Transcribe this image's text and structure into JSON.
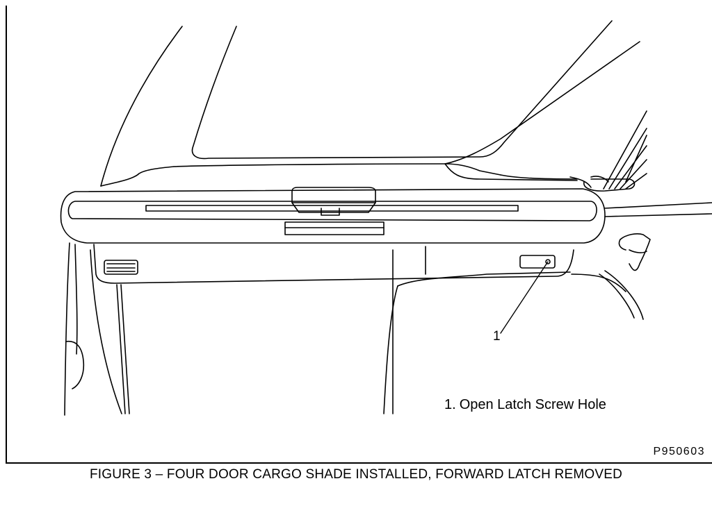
{
  "figure": {
    "id_code": "P950603",
    "caption": "FIGURE 3 – FOUR DOOR CARGO SHADE INSTALLED,  FORWARD LATCH REMOVED"
  },
  "callouts": [
    {
      "number": "1",
      "label": "Open Latch Screw Hole"
    }
  ],
  "legend": [
    {
      "number": "1.",
      "text": "Open Latch Screw Hole"
    }
  ]
}
